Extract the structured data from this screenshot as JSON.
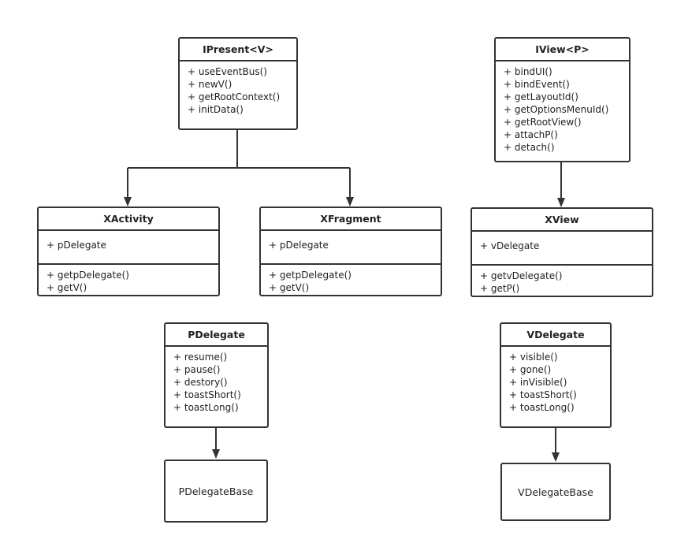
{
  "classes": {
    "ipresent": {
      "title": "IPresent<V>",
      "methods": [
        "+ useEventBus()",
        "+ newV()",
        "+ getRootContext()",
        "+ initData()"
      ]
    },
    "iview": {
      "title": "IView<P>",
      "methods": [
        "+ bindUI()",
        "+ bindEvent()",
        "+ getLayoutId()",
        "+ getOptionsMenuId()",
        "+ getRootView()",
        "+ attachP()",
        "+ detach()"
      ]
    },
    "xactivity": {
      "title": "XActivity",
      "attributes": [
        "+ pDelegate"
      ],
      "methods": [
        "+ getpDelegate()",
        "+ getV()"
      ]
    },
    "xfragment": {
      "title": "XFragment",
      "attributes": [
        "+ pDelegate"
      ],
      "methods": [
        "+ getpDelegate()",
        "+ getV()"
      ]
    },
    "xview": {
      "title": "XView",
      "attributes": [
        "+ vDelegate"
      ],
      "methods": [
        "+ getvDelegate()",
        "+ getP()"
      ]
    },
    "pdelegate": {
      "title": "PDelegate",
      "methods": [
        "+ resume()",
        "+ pause()",
        "+ destory()",
        "+ toastShort()",
        "+ toastLong()"
      ]
    },
    "vdelegate": {
      "title": "VDelegate",
      "methods": [
        "+ visible()",
        "+ gone()",
        "+ inVisible()",
        "+ toastShort()",
        "+ toastLong()"
      ]
    }
  },
  "nodes": {
    "pdelegatebase": {
      "label": "PDelegateBase"
    },
    "vdelegatebase": {
      "label": "VDelegateBase"
    }
  },
  "colors": {
    "line": "#333333",
    "text": "#222222",
    "background": "#ffffff"
  }
}
